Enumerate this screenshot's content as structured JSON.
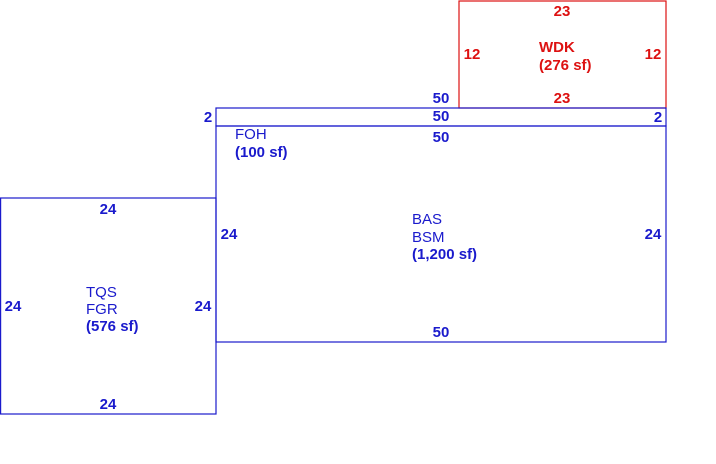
{
  "colors": {
    "primary": "#1a1acc",
    "accent": "#dd1111"
  },
  "areas": {
    "bas": {
      "code1": "BAS",
      "code2": "BSM",
      "area": "(1,200 sf)",
      "top": "50",
      "bottom": "50",
      "left": "24",
      "right": "24"
    },
    "foh": {
      "code": "FOH",
      "area": "(100 sf)",
      "top": "50",
      "bottom": "50",
      "left": "2",
      "right": "2"
    },
    "wdk": {
      "code": "WDK",
      "area": "(276 sf)",
      "top": "23",
      "bottom": "23",
      "left": "12",
      "right": "12"
    },
    "tqs": {
      "code1": "TQS",
      "code2": "FGR",
      "area": "(576 sf)",
      "top": "24",
      "bottom": "24",
      "left": "24",
      "right": "24"
    }
  }
}
